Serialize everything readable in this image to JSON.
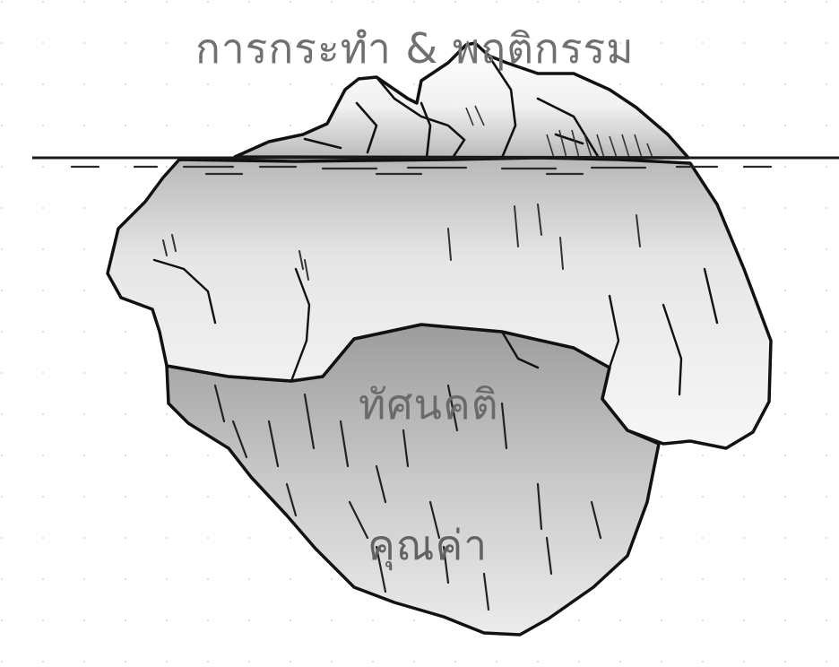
{
  "labels": {
    "top": "การกระทำ & พฤติกรรม",
    "middle": "ทัศนคติ",
    "bottom": "คุณค่า"
  },
  "colors": {
    "outline": "#111111",
    "water_line": "#1a1a1a",
    "ice_light": "#f4f4f4",
    "ice_mid": "#d2d2d2",
    "ice_dark": "#a8a8a8",
    "grid_dots": "#cfcfcf",
    "label_text": "#6e6e6e"
  }
}
